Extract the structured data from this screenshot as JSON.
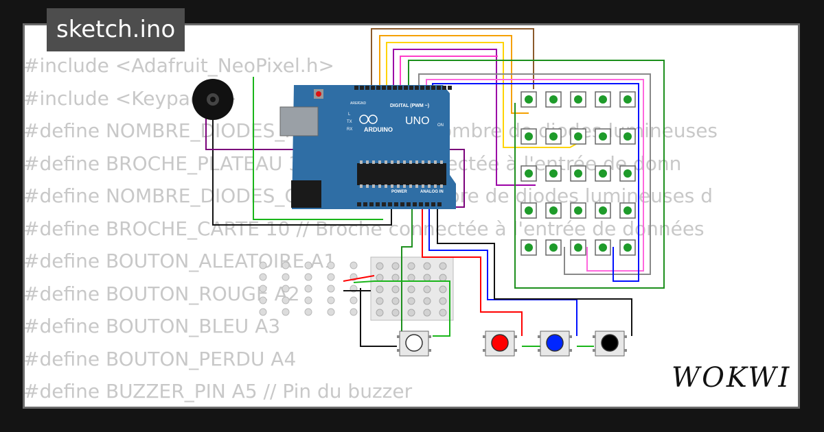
{
  "title": "sketch.ino",
  "code_lines": [
    "#include <Adafruit_NeoPixel.h>",
    "#include <Keypad.h>",
    "#define NOMBRE_DIODES_PLATEAU 25 // Nombre de diodes lumineuses",
    "#define BROCHE_PLATEAU 3 // Broche connectée à l'entrée de donn",
    "#define NOMBRE_DIODES_CARTE 25 // Nombre de diodes lumineuses d",
    "#define BROCHE_CARTE 10 // Broche connectée à l'entrée de données",
    "#define BOUTON_ALEATOIRE A1",
    "#define BOUTON_ROUGE A2",
    "#define BOUTON_BLEU A3",
    "#define BOUTON_PERDU A4",
    "#define BUZZER_PIN A5 // Pin du buzzer"
  ],
  "board": {
    "name": "UNO",
    "brand": "ARDUINO",
    "digital_label": "DIGITAL (PWM ~)",
    "power_label": "POWER",
    "analog_label": "ANALOG IN",
    "aref": "AREF",
    "gnd": "GND",
    "on_label": "ON",
    "tx": "TX",
    "rx": "RX",
    "l_label": "L"
  },
  "buttons": [
    {
      "name": "white",
      "color": "#ffffff"
    },
    {
      "name": "red",
      "color": "#ff0000"
    },
    {
      "name": "blue",
      "color": "#0026ff"
    },
    {
      "name": "black",
      "color": "#000000"
    }
  ],
  "keypad": {
    "rows": 5,
    "cols": 5,
    "key_color": "#1e9b2a"
  },
  "logo": "WOKWI",
  "colors": {
    "board": "#2f6ea5",
    "background": "#141414",
    "card": "#ffffff"
  }
}
